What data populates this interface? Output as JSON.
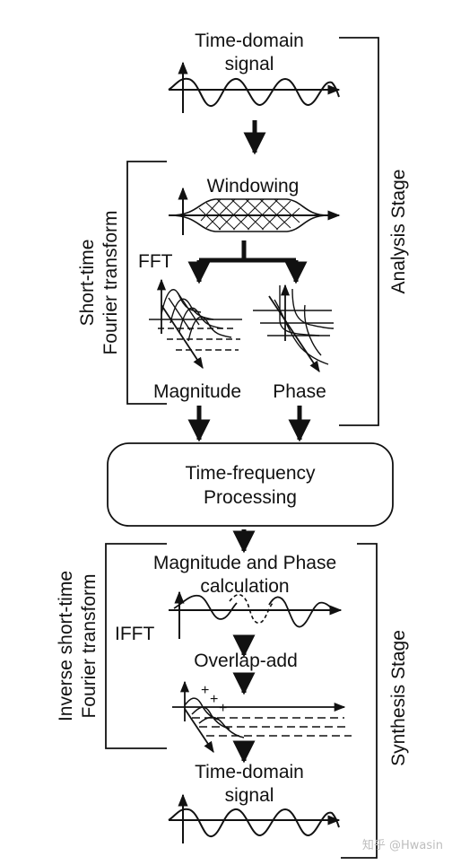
{
  "diagram": {
    "top_signal_title": [
      "Time-domain",
      "signal"
    ],
    "windowing_label": "Windowing",
    "fft_label": "FFT",
    "magnitude_label": "Magnitude",
    "phase_label": "Phase",
    "processing_box": [
      "Time-frequency",
      "Processing"
    ],
    "mag_phase_calc": [
      "Magnitude and Phase",
      "calculation"
    ],
    "ifft_label": "IFFT",
    "overlap_add_label": "Overlap-add",
    "bottom_signal_title": [
      "Time-domain",
      "signal"
    ],
    "stft_bracket_label": [
      "Short-time",
      "Fourier transform"
    ],
    "istft_bracket_label": [
      "Inverse short-time",
      "Fourier transform"
    ],
    "analysis_stage_label": "Analysis Stage",
    "synthesis_stage_label": "Synthesis Stage",
    "overlap_plus_signs": [
      "+",
      "+",
      "+"
    ]
  },
  "watermark": "知乎 @Hwasin"
}
